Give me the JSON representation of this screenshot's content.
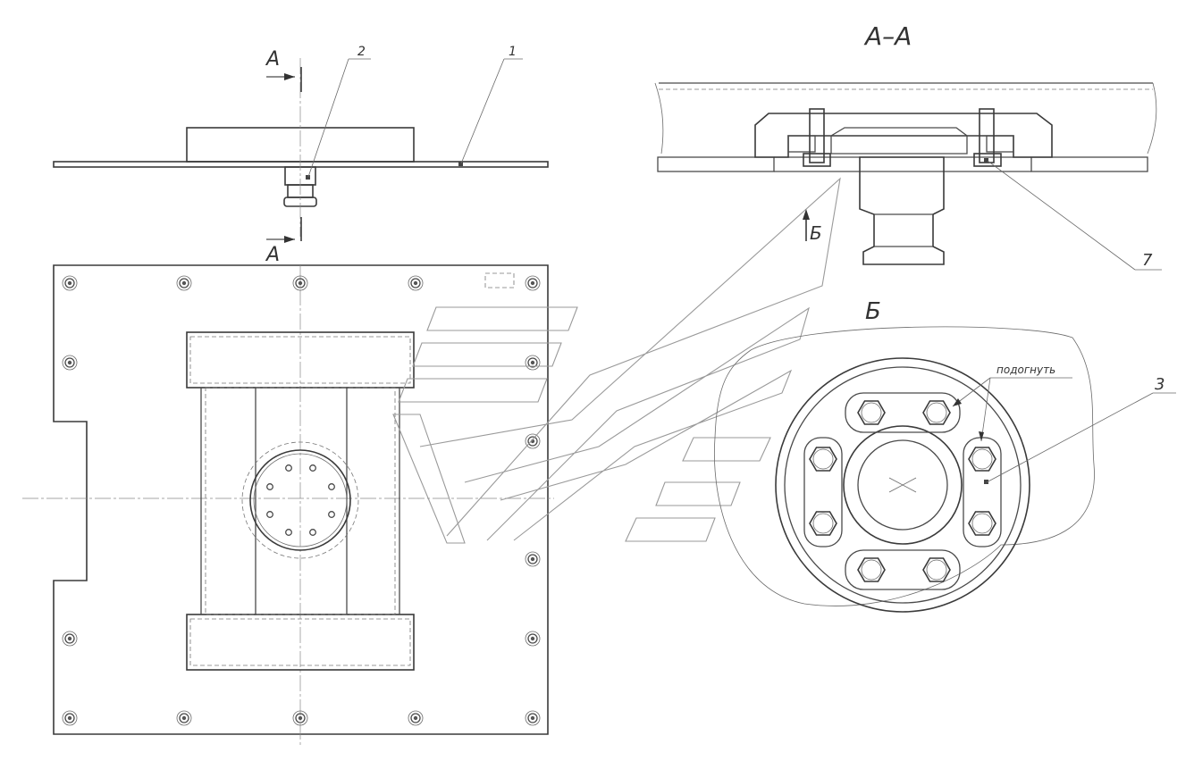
{
  "views": {
    "section_title": "А–А",
    "view_title": "Б",
    "view_arrow_label": "Б",
    "cut_label_top": "А",
    "cut_label_bottom": "А"
  },
  "callouts": {
    "item_1": "1",
    "item_2": "2",
    "item_3": "3",
    "item_7": "7",
    "note_bend": "подогнуть"
  }
}
